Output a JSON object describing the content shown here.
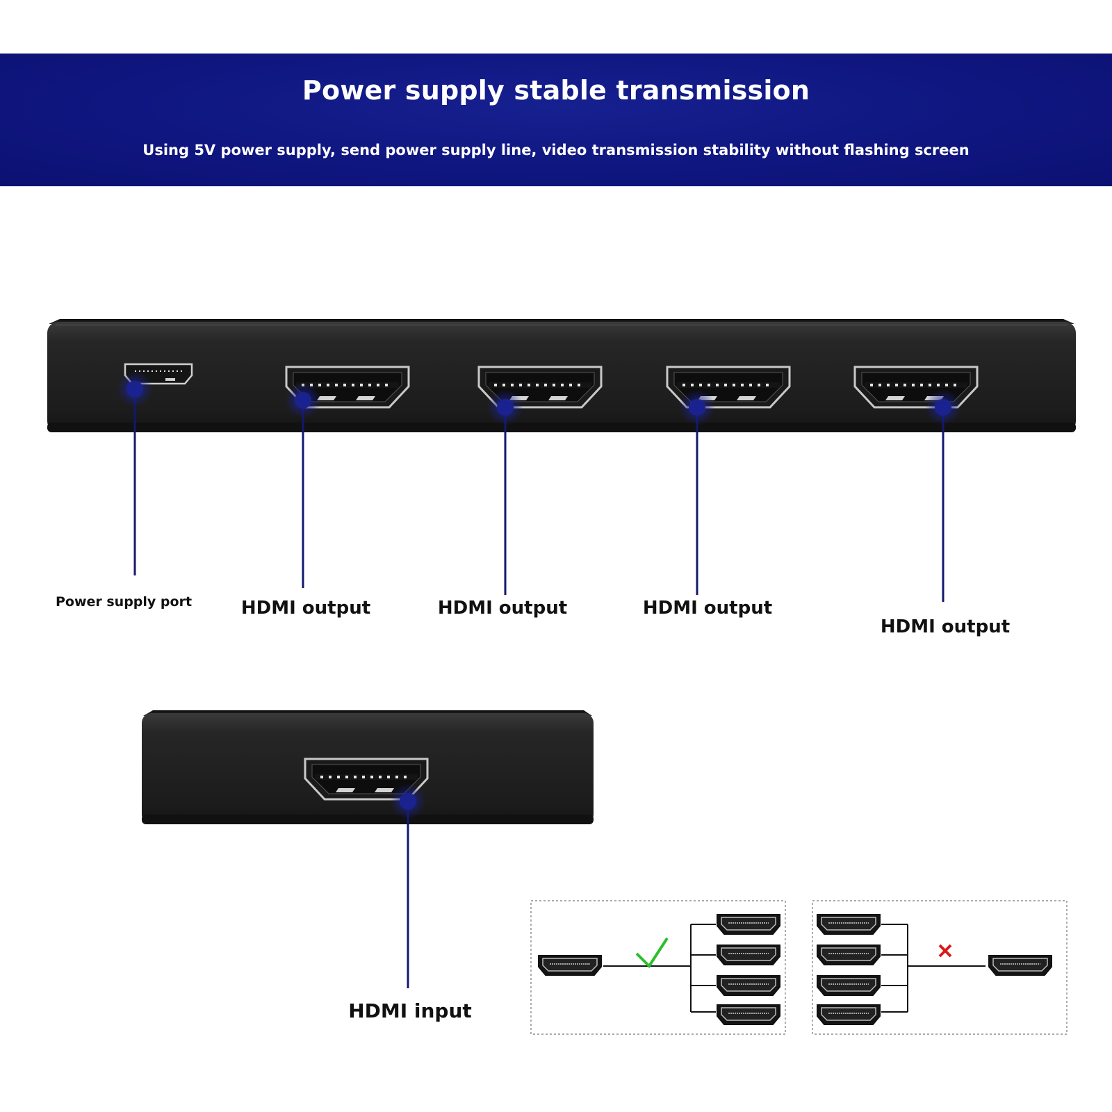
{
  "banner": {
    "title": "Power supply stable transmission",
    "subtitle": "Using 5V power supply, send power supply line, video transmission stability without flashing screen"
  },
  "labels": {
    "power_port": "Power supply port",
    "output_1": "HDMI output",
    "output_2": "HDMI output",
    "output_3": "HDMI output",
    "output_4": "HDMI output",
    "input": "HDMI input"
  },
  "colors": {
    "banner": "#0f1680",
    "callout": "#13186e",
    "device_body": "#1f1f1f",
    "check": "#2bbf2b",
    "cross": "#d91a1a"
  },
  "icons": {
    "correct_mark": "check-mark-icon",
    "wrong_mark": "cross-mark-icon"
  }
}
